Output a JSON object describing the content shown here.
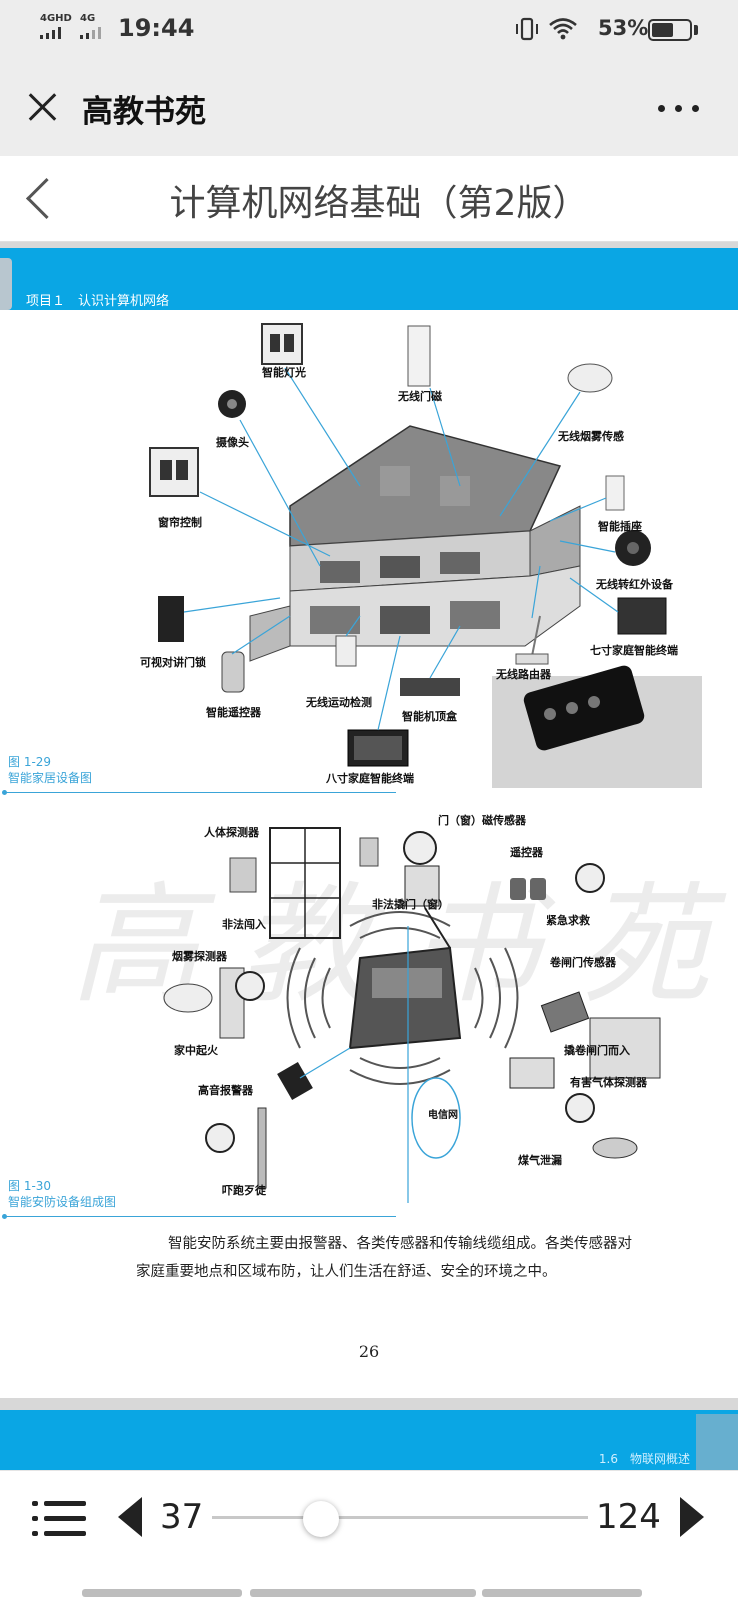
{
  "status_bar": {
    "network_1": "4GHD",
    "network_2": "4G",
    "time": "19:44",
    "battery_percent": "53%",
    "battery_level": 0.53
  },
  "app_bar": {
    "title": "高教书苑"
  },
  "book": {
    "title": "计算机网络基础（第2版）"
  },
  "page": {
    "chapter": "项目１　认识计算机网络",
    "figure_1": {
      "caption_num": "图 1-29",
      "caption_text": "智能家居设备图",
      "labels": {
        "light": "智能灯光",
        "door_magnet": "无线门磁",
        "camera": "摄像头",
        "smoke": "无线烟雾传感",
        "curtain": "窗帘控制",
        "socket": "智能插座",
        "ir": "无线转红外设备",
        "intercom": "可视对讲门锁",
        "terminal7": "七寸家庭智能终端",
        "router": "无线路由器",
        "motion": "无线运动检测",
        "remote": "智能遥控器",
        "settop": "智能机顶盒",
        "terminal8": "八寸家庭智能终端"
      }
    },
    "figure_2": {
      "caption_num": "图 1-30",
      "caption_text": "智能安防设备组成图",
      "labels": {
        "human": "人体探测器",
        "door_sensor": "门（窗）磁传感器",
        "remote": "遥控器",
        "illegal_door": "非法撬门（窗）",
        "intrusion": "非法闯入",
        "emergency": "紧急求救",
        "smoke": "烟雾探测器",
        "shutter_sensor": "卷闸门传感器",
        "fire": "家中起火",
        "shutter_break": "撬卷闸门而入",
        "gas_detector": "有害气体探测器",
        "siren": "高音报警器",
        "telecom": "电信网",
        "gas_leak": "煤气泄漏",
        "scare": "吓跑歹徒"
      }
    },
    "watermark": "高教书苑",
    "paragraph_line_1": "智能安防系统主要由报警器、各类传感器和传输线缆组成。各类传感器对",
    "paragraph_line_2": "家庭重要地点和区域布防，让人们生活在舒适、安全的环境之中。",
    "page_number": "26",
    "next_page_header": "1.6　物联网概述"
  },
  "reader_controls": {
    "current_page": "37",
    "total_pages": "124",
    "progress": 0.29
  },
  "colors": {
    "accent_blue": "#0aa6e4",
    "caption_blue": "#3aa4d8",
    "bar_gray": "#ededed"
  }
}
